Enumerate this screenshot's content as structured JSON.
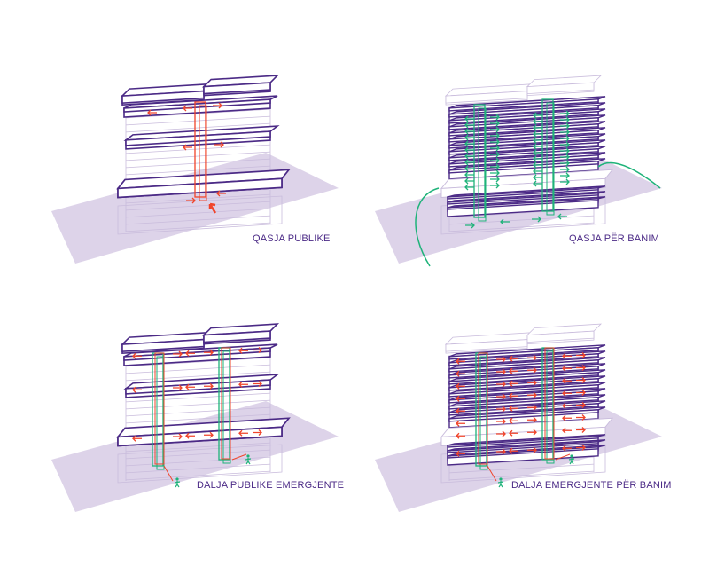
{
  "colors": {
    "outline": "#4b2a86",
    "floor": "#c9bcdc",
    "ground": "#ddd3e9",
    "public": "#f0442a",
    "residential": "#1fb37a"
  },
  "panels": [
    {
      "label": "QASJA PUBLIKE",
      "route": "public"
    },
    {
      "label": "QASJA PËR BANIM",
      "route": "residential"
    },
    {
      "label": "DALJA PUBLIKE EMERGJENTE",
      "route": "mixed"
    },
    {
      "label": "DALJA EMERGJENTE PËR BANIM",
      "route": "mixed"
    }
  ]
}
